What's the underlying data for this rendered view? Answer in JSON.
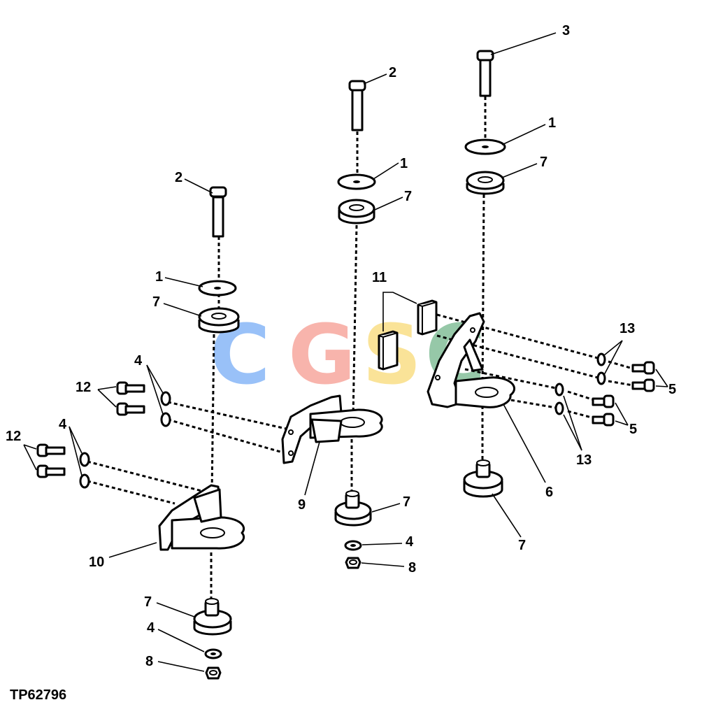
{
  "figure_id": "TP62796",
  "watermark": {
    "letters": [
      "C",
      "G",
      "S",
      "C"
    ],
    "colors": [
      "#5b9cf5",
      "#f4877a",
      "#f8d35a",
      "#57a874"
    ]
  },
  "callouts": {
    "c3": "3",
    "c2_mid": "2",
    "c1_right": "1",
    "c7_right_top": "7",
    "c1_mid": "1",
    "c7_mid_top": "7",
    "c2_left": "2",
    "c1_left": "1",
    "c7_left_top": "7",
    "c11": "11",
    "c13_top": "13",
    "c5_top": "5",
    "c5_bottom": "5",
    "c13_bottom": "13",
    "c4_upper": "4",
    "c12_upper": "12",
    "c4_lower": "4",
    "c12_lower": "12",
    "c9": "9",
    "c6": "6",
    "c7_mid_bottom": "7",
    "c4_mid_bottom": "4",
    "c8_mid": "8",
    "c7_right_bottom": "7",
    "c10": "10",
    "c7_left_bottom": "7",
    "c4_left_bottom": "4",
    "c8_left": "8"
  }
}
